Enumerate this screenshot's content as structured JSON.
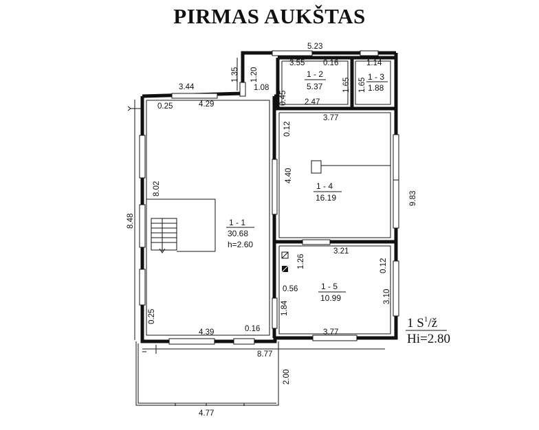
{
  "title": "PIRMAS AUKŠTAS",
  "dimensions": {
    "d_523": "5.23",
    "d_355": "3.55",
    "d_016_top": "0.16",
    "d_114": "1.14",
    "d_135": "1.35",
    "d_120": "1.20",
    "d_108": "1.08",
    "d_045": "0.45",
    "d_165_a": "1.65",
    "d_165_b": "1.65",
    "d_344": "3.44",
    "d_429": "4.29",
    "d_025_top": "0.25",
    "d_247": "2.47",
    "d_377_top": "3.77",
    "d_012_a": "0.12",
    "d_440": "4.40",
    "d_802": "8.02",
    "d_848": "8.48",
    "d_983": "9.83",
    "d_126": "1.26",
    "d_321": "3.21",
    "d_012_b": "0.12",
    "d_056": "0.56",
    "d_310": "3.10",
    "d_184": "1.84",
    "d_025_bottom": "0.25",
    "d_439": "4.39",
    "d_016_bottom": "0.16",
    "d_377_bottom": "3.77",
    "d_877": "8.77",
    "d_200": "2.00",
    "d_477": "4.77"
  },
  "rooms": {
    "r11": {
      "id": "1 - 1",
      "area": "30.68",
      "height": "h=2.60"
    },
    "r12": {
      "id": "1 - 2",
      "area": "5.37"
    },
    "r13": {
      "id": "1 - 3",
      "area": "1.88"
    },
    "r14": {
      "id": "1 - 4",
      "area": "16.19"
    },
    "r15": {
      "id": "1 - 5",
      "area": "10.99"
    }
  },
  "legend": {
    "line1": "1 S",
    "sup": "1",
    "suffix": "/ž",
    "line2": "Hi=2.80"
  },
  "icons": [
    "stair-icon",
    "chimney-icon",
    "vent-icon"
  ]
}
